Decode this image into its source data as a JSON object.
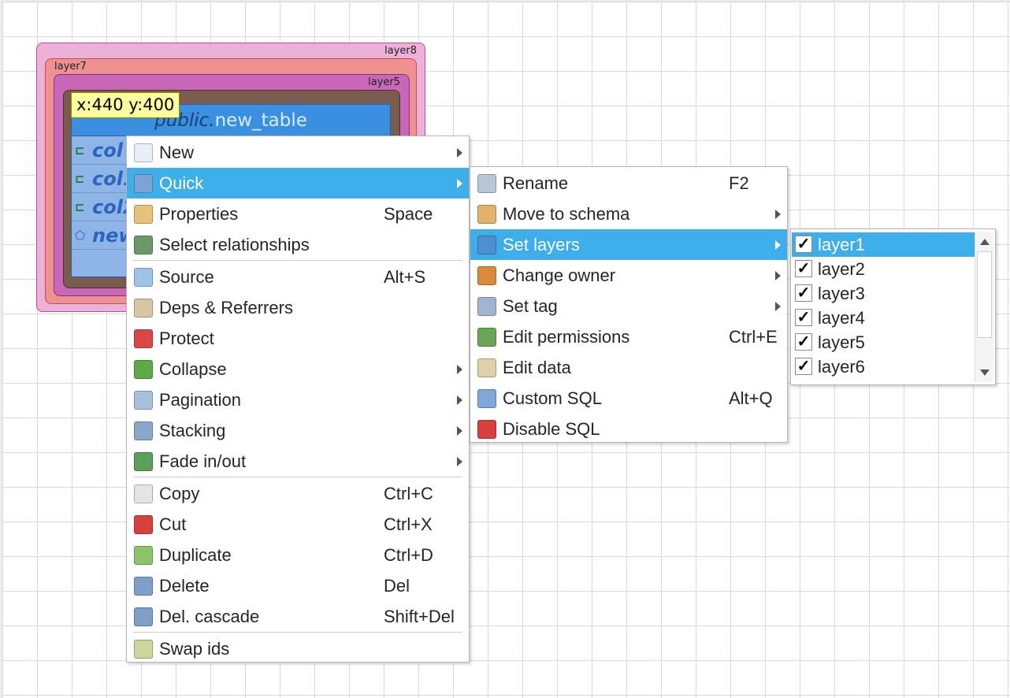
{
  "canvas": {
    "layers": [
      {
        "label": "layer8",
        "color": "#ecb1d8"
      },
      {
        "label": "layer7",
        "color": "#ef9191"
      },
      {
        "label": "layer5",
        "color": "#c968ba"
      }
    ],
    "table": {
      "schema": "public.",
      "name": "new_table",
      "rows": [
        {
          "icon": "key-icon",
          "label": "col"
        },
        {
          "icon": "key-icon",
          "label": "col1"
        },
        {
          "icon": "key-icon",
          "label": "col2"
        },
        {
          "icon": "pentagon-icon",
          "label": "new"
        }
      ]
    },
    "coord_tooltip": "x:440 y:400"
  },
  "main_menu": {
    "items": [
      {
        "label": "New",
        "shortcut": "",
        "submenu": true,
        "icon": "new-window-icon"
      },
      {
        "label": "Quick",
        "shortcut": "",
        "submenu": true,
        "icon": "gears-icon",
        "active": true
      },
      {
        "label": "Properties",
        "shortcut": "Space",
        "submenu": false,
        "icon": "edit-properties-icon"
      },
      {
        "label": "Select relationships",
        "shortcut": "",
        "submenu": false,
        "icon": "relationships-icon"
      },
      {
        "label": "Source",
        "shortcut": "Alt+S",
        "submenu": false,
        "icon": "sql-source-icon"
      },
      {
        "label": "Deps & Referrers",
        "shortcut": "",
        "submenu": false,
        "icon": "dependencies-icon"
      },
      {
        "label": "Protect",
        "shortcut": "",
        "submenu": false,
        "icon": "lock-icon"
      },
      {
        "label": "Collapse",
        "shortcut": "",
        "submenu": true,
        "icon": "collapse-icon"
      },
      {
        "label": "Pagination",
        "shortcut": "",
        "submenu": true,
        "icon": "pagination-icon"
      },
      {
        "label": "Stacking",
        "shortcut": "",
        "submenu": true,
        "icon": "stacking-icon"
      },
      {
        "label": "Fade in/out",
        "shortcut": "",
        "submenu": true,
        "icon": "fade-icon"
      },
      {
        "label": "Copy",
        "shortcut": "Ctrl+C",
        "submenu": false,
        "icon": "copy-icon"
      },
      {
        "label": "Cut",
        "shortcut": "Ctrl+X",
        "submenu": false,
        "icon": "scissors-icon"
      },
      {
        "label": "Duplicate",
        "shortcut": "Ctrl+D",
        "submenu": false,
        "icon": "duplicate-icon"
      },
      {
        "label": "Delete",
        "shortcut": "Del",
        "submenu": false,
        "icon": "trash-icon"
      },
      {
        "label": "Del. cascade",
        "shortcut": "Shift+Del",
        "submenu": false,
        "icon": "delete-cascade-icon"
      },
      {
        "label": "Swap ids",
        "shortcut": "",
        "submenu": false,
        "icon": "swap-ids-icon"
      }
    ]
  },
  "quick_menu": {
    "items": [
      {
        "label": "Rename",
        "shortcut": "F2",
        "submenu": false,
        "icon": "rename-icon"
      },
      {
        "label": "Move to schema",
        "shortcut": "",
        "submenu": true,
        "icon": "move-schema-icon"
      },
      {
        "label": "Set layers",
        "shortcut": "",
        "submenu": true,
        "icon": "layers-icon",
        "active": true
      },
      {
        "label": "Change owner",
        "shortcut": "",
        "submenu": true,
        "icon": "owner-icon"
      },
      {
        "label": "Set tag",
        "shortcut": "",
        "submenu": true,
        "icon": "tag-icon"
      },
      {
        "label": "Edit permissions",
        "shortcut": "Ctrl+E",
        "submenu": false,
        "icon": "permissions-icon"
      },
      {
        "label": "Edit data",
        "shortcut": "",
        "submenu": false,
        "icon": "edit-data-icon"
      },
      {
        "label": "Custom SQL",
        "shortcut": "Alt+Q",
        "submenu": false,
        "icon": "custom-sql-icon"
      },
      {
        "label": "Disable SQL",
        "shortcut": "",
        "submenu": false,
        "icon": "disable-sql-icon"
      }
    ]
  },
  "layers_list": {
    "items": [
      {
        "label": "layer1",
        "checked": true,
        "active": true
      },
      {
        "label": "layer2",
        "checked": true
      },
      {
        "label": "layer3",
        "checked": true
      },
      {
        "label": "layer4",
        "checked": true
      },
      {
        "label": "layer5",
        "checked": true
      },
      {
        "label": "layer6",
        "checked": true
      }
    ],
    "check_glyph": "✓"
  },
  "colors": {
    "accent": "#3daee9",
    "tooltip_bg": "#ffff9e"
  }
}
